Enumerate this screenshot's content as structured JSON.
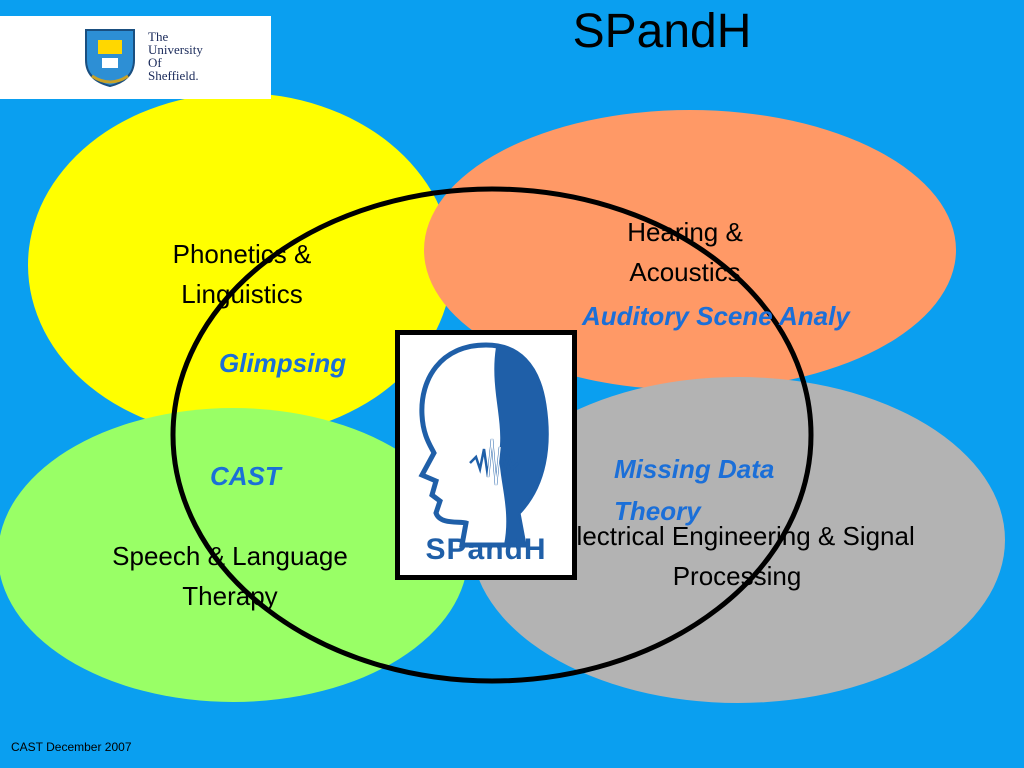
{
  "title": "SPandH",
  "university_logo": {
    "lines": [
      "The",
      "University",
      "Of",
      "Sheffield."
    ]
  },
  "regions": {
    "phonetics": "Phonetics & Linguistics",
    "hearing": "Hearing & Acoustics",
    "speech_therapy": "Speech & Language Therapy",
    "electrical": "Electrical Engineering & Signal Processing"
  },
  "overlaps": {
    "auditory": "Auditory Scene Analy",
    "glimpsing": "Glimpsing",
    "cast": "CAST",
    "missing_data": "Missing Data Theory"
  },
  "spandh_logo_text": "SPandH",
  "footer": "CAST December 2007",
  "colors": {
    "background": "#0a9ff0",
    "phonetics": "#ffff00",
    "hearing": "#ff9966",
    "speech_therapy": "#99ff66",
    "electrical": "#b3b3b3",
    "overlap_text": "#1b6fd8",
    "logo_blue": "#1f5fa8"
  }
}
